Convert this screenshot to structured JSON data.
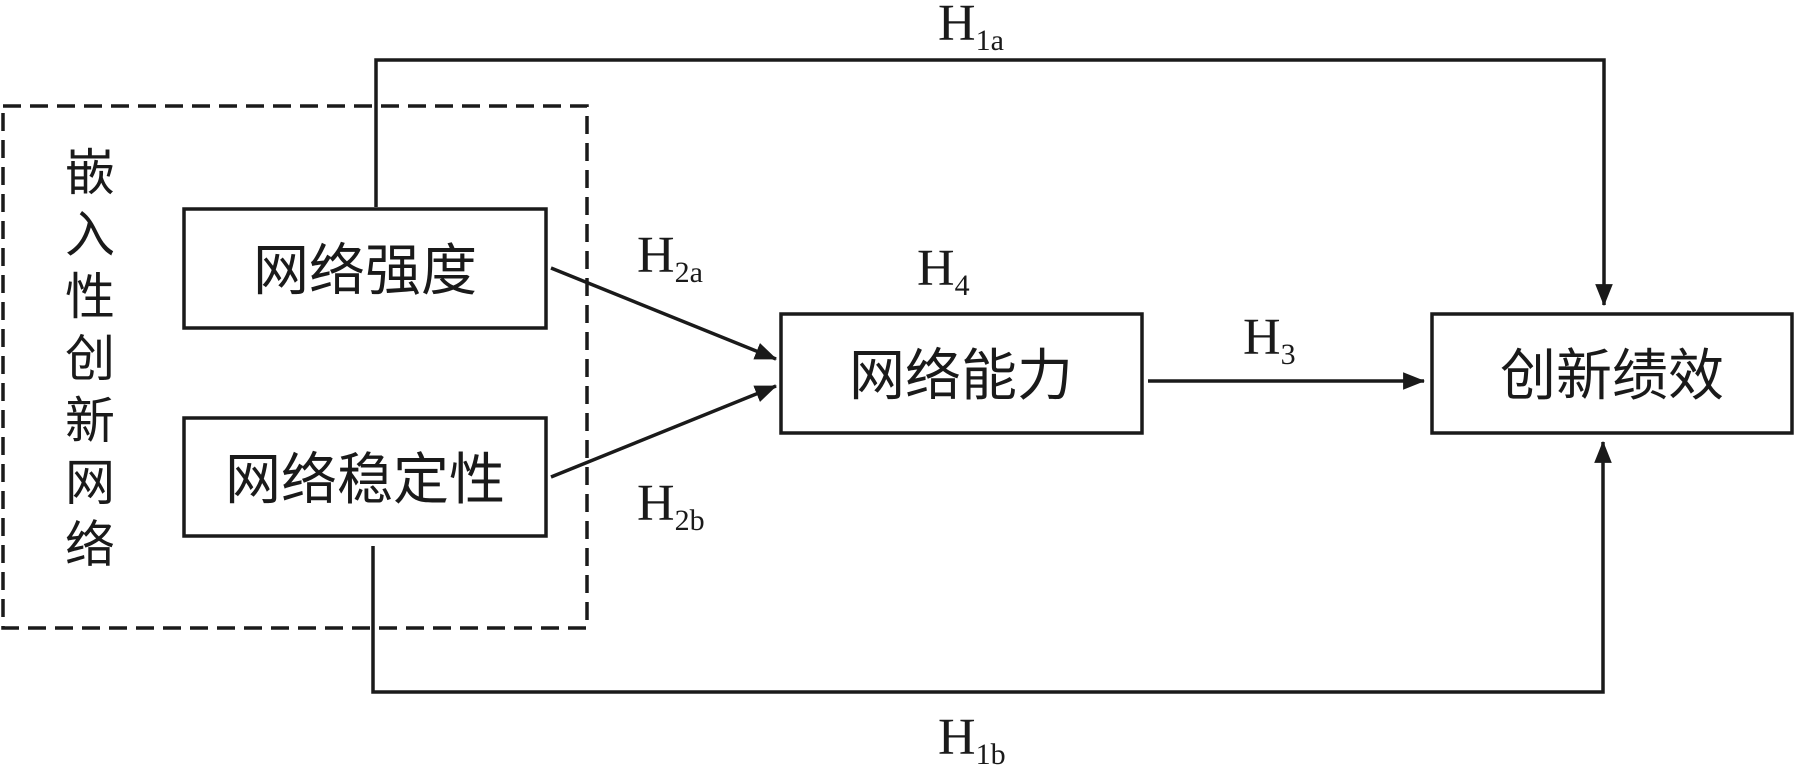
{
  "group": {
    "label_chars": [
      "嵌",
      "入",
      "性",
      "创",
      "新",
      "网",
      "络"
    ]
  },
  "nodes": {
    "strength": "网络强度",
    "stability": "网络稳定性",
    "capability": "网络能力",
    "performance": "创新绩效"
  },
  "hypotheses": {
    "h1a": {
      "main": "H",
      "sub": "1a"
    },
    "h1b": {
      "main": "H",
      "sub": "1b"
    },
    "h2a": {
      "main": "H",
      "sub": "2a"
    },
    "h2b": {
      "main": "H",
      "sub": "2b"
    },
    "h3": {
      "main": "H",
      "sub": "3"
    },
    "h4": {
      "main": "H",
      "sub": "4"
    }
  },
  "colors": {
    "line": "#1a1a1a",
    "background": "#ffffff"
  }
}
